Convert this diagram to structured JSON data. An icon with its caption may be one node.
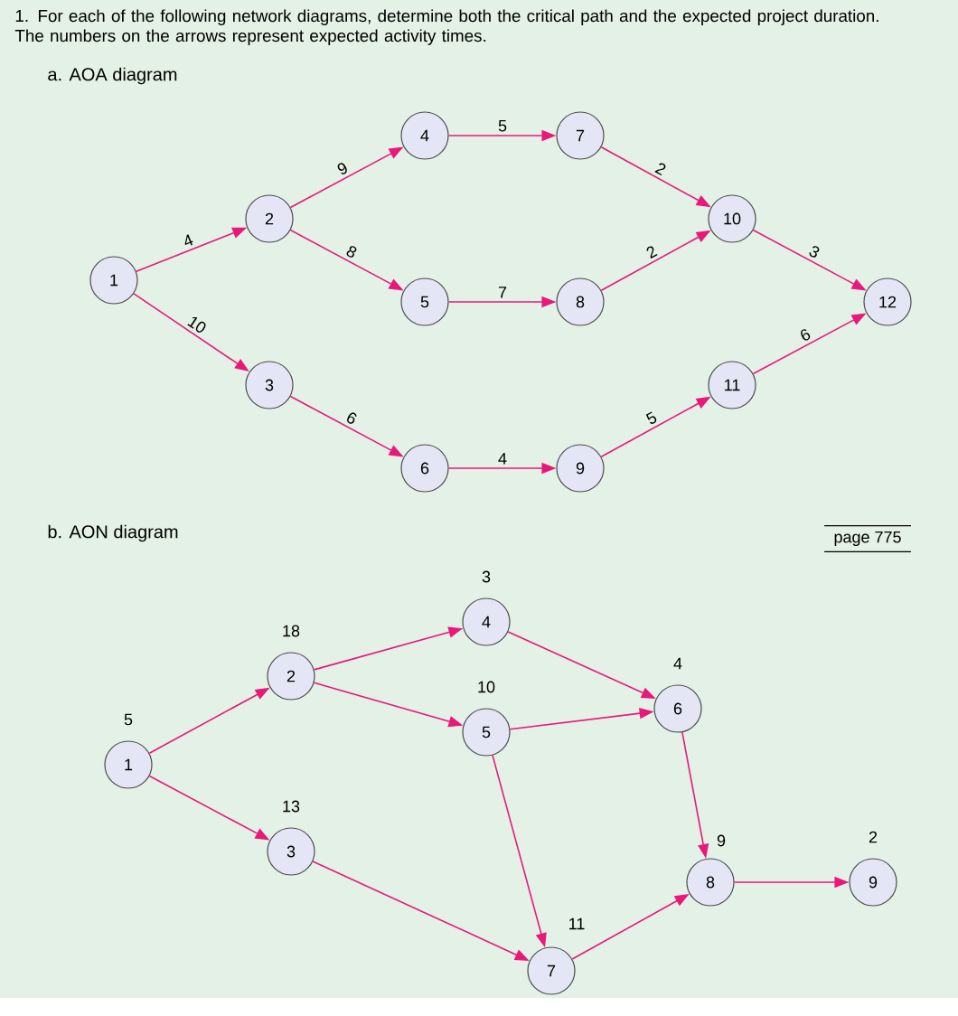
{
  "diagram": {
    "title": "1. For each of the following network diagrams, determine both the critical path and the expected project duration. The numbers on the arrows represent expected activity times.",
    "nodes": [
      {
        "text": [
          "1"
        ]
      },
      {
        "text": [
          "2"
        ]
      },
      {
        "text": [
          "3"
        ]
      },
      {
        "text": [
          "4"
        ]
      },
      {
        "text": [
          "5"
        ]
      },
      {
        "text": [
          "6"
        ]
      },
      {
        "text": [
          "7"
        ]
      },
      {
        "text": [
          "8"
        ]
      },
      {
        "text": [
          "9"
        ]
      },
      {
        "text": [
          "10"
        ]
      },
      {
        "text": [
          "11"
        ]
      },
      {
        "text": [
          "12"
        ]
      },
      {
        "text": [
          "1"
        ],
        "beside": [
          "5"
        ]
      },
      {
        "text": [
          "2"
        ],
        "beside": [
          "18"
        ]
      },
      {
        "text": [
          "3"
        ],
        "beside": [
          "13"
        ]
      },
      {
        "text": [
          "4"
        ],
        "beside": [
          "3"
        ]
      },
      {
        "text": [
          "5"
        ],
        "beside": [
          "10"
        ]
      },
      {
        "text": [
          "6"
        ],
        "beside": [
          "4"
        ]
      },
      {
        "text": [
          "7"
        ],
        "beside": [
          "11"
        ]
      },
      {
        "text": [
          "8"
        ],
        "beside": [
          "9"
        ]
      },
      {
        "text": [
          "9"
        ],
        "beside": [
          "2"
        ]
      }
    ],
    "edges": [
      {
        "from": 0,
        "to": 1,
        "arrow": "to",
        "label": "4"
      },
      {
        "from": 0,
        "to": 2,
        "arrow": "to",
        "label": "10"
      },
      {
        "from": 1,
        "to": 3,
        "arrow": "to",
        "label": "9"
      },
      {
        "from": 1,
        "to": 4,
        "arrow": "to",
        "label": "8"
      },
      {
        "from": 2,
        "to": 5,
        "arrow": "to",
        "label": "6"
      },
      {
        "from": 3,
        "to": 6,
        "arrow": "to",
        "label": "5"
      },
      {
        "from": 4,
        "to": 7,
        "arrow": "to",
        "label": "7"
      },
      {
        "from": 5,
        "to": 8,
        "arrow": "to",
        "label": "4"
      },
      {
        "from": 6,
        "to": 9,
        "arrow": "to",
        "label": "2"
      },
      {
        "from": 7,
        "to": 9,
        "arrow": "to",
        "label": "2"
      },
      {
        "from": 8,
        "to": 10,
        "arrow": "to",
        "label": "5"
      },
      {
        "from": 9,
        "to": 11,
        "arrow": "to",
        "label": "3"
      },
      {
        "from": 10,
        "to": 11,
        "arrow": "to",
        "label": "6"
      },
      {
        "from": 12,
        "to": 13,
        "arrow": "to"
      },
      {
        "from": 12,
        "to": 14,
        "arrow": "to"
      },
      {
        "from": 13,
        "to": 15,
        "arrow": "to"
      },
      {
        "from": 13,
        "to": 16,
        "arrow": "to"
      },
      {
        "from": 15,
        "to": 17,
        "arrow": "to"
      },
      {
        "from": 16,
        "to": 17,
        "arrow": "to"
      },
      {
        "from": 16,
        "to": 18,
        "arrow": "to"
      },
      {
        "from": 14,
        "to": 18,
        "arrow": "to"
      },
      {
        "from": 17,
        "to": 19,
        "arrow": "to"
      },
      {
        "from": 18,
        "to": 19,
        "arrow": "to"
      },
      {
        "from": 19,
        "to": 20,
        "arrow": "to"
      }
    ],
    "labels": [
      "a. AOA diagram",
      "b. AON diagram",
      "page 775"
    ]
  }
}
